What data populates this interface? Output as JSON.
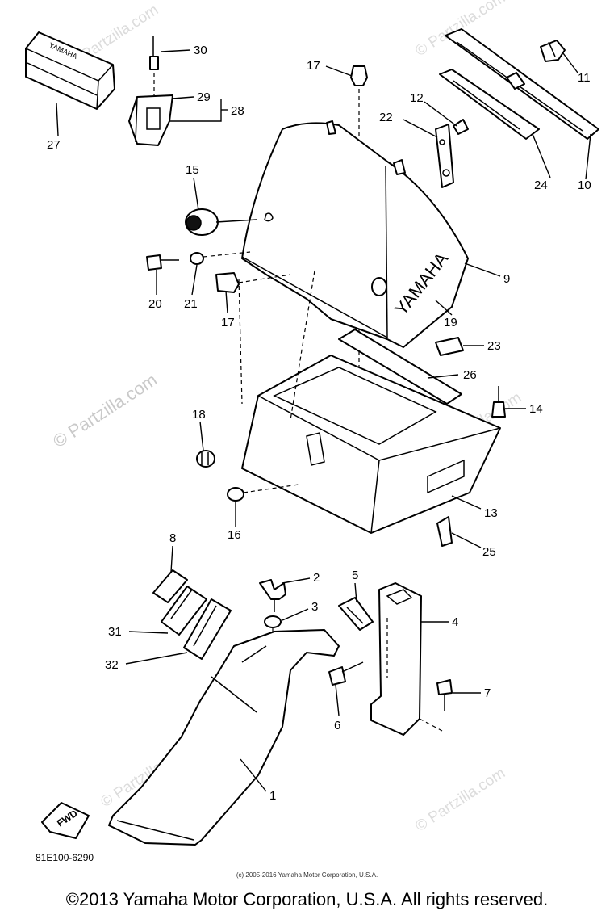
{
  "diagram": {
    "drawing_code": "81E100-6290",
    "brand_text": "YAMAHA",
    "seat_label_text": "YAMAHA",
    "fwd_arrow_text": "FWD",
    "watermark": "© Partzilla.com",
    "small_copyright": "(c) 2005-2016 Yamaha Motor Corporation, U.S.A.",
    "copyright": "©2013 Yamaha Motor Corporation, U.S.A. All rights reserved.",
    "callouts": [
      {
        "id": "c30",
        "text": "30"
      },
      {
        "id": "c29",
        "text": "29"
      },
      {
        "id": "c28",
        "text": "28"
      },
      {
        "id": "c27",
        "text": "27"
      },
      {
        "id": "c17a",
        "text": "17"
      },
      {
        "id": "c11",
        "text": "11"
      },
      {
        "id": "c12",
        "text": "12"
      },
      {
        "id": "c22",
        "text": "22"
      },
      {
        "id": "c24",
        "text": "24"
      },
      {
        "id": "c10",
        "text": "10"
      },
      {
        "id": "c15",
        "text": "15"
      },
      {
        "id": "c9",
        "text": "9"
      },
      {
        "id": "c20",
        "text": "20"
      },
      {
        "id": "c21",
        "text": "21"
      },
      {
        "id": "c17b",
        "text": "17"
      },
      {
        "id": "c19",
        "text": "19"
      },
      {
        "id": "c23",
        "text": "23"
      },
      {
        "id": "c26",
        "text": "26"
      },
      {
        "id": "c14",
        "text": "14"
      },
      {
        "id": "c18",
        "text": "18"
      },
      {
        "id": "c16",
        "text": "16"
      },
      {
        "id": "c13",
        "text": "13"
      },
      {
        "id": "c25",
        "text": "25"
      },
      {
        "id": "c8",
        "text": "8"
      },
      {
        "id": "c2",
        "text": "2"
      },
      {
        "id": "c5",
        "text": "5"
      },
      {
        "id": "c3",
        "text": "3"
      },
      {
        "id": "c4",
        "text": "4"
      },
      {
        "id": "c31",
        "text": "31"
      },
      {
        "id": "c32",
        "text": "32"
      },
      {
        "id": "c7",
        "text": "7"
      },
      {
        "id": "c6",
        "text": "6"
      },
      {
        "id": "c1",
        "text": "1"
      }
    ]
  }
}
